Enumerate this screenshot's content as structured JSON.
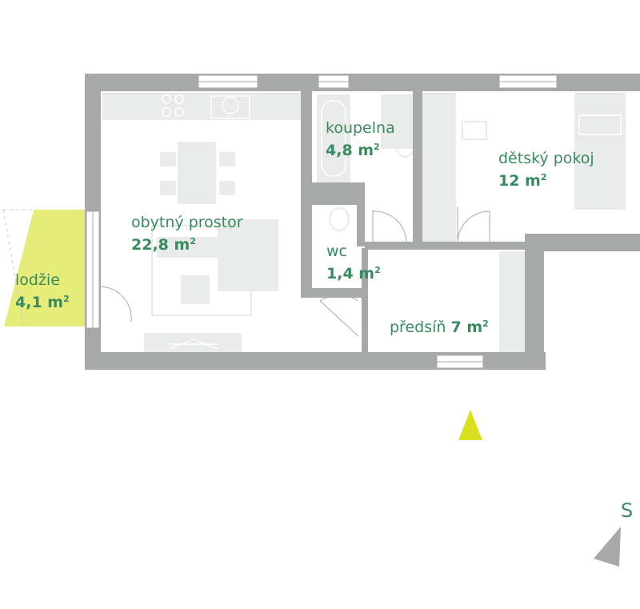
{
  "rooms": [
    {
      "name": "obytný prostor",
      "area": "22,8 m",
      "unit_sup": "2"
    },
    {
      "name": "koupelna",
      "area": "4,8 m",
      "unit_sup": "2"
    },
    {
      "name": "dětský pokoj",
      "area": "12 m",
      "unit_sup": "2"
    },
    {
      "name": "wc",
      "area": "1,4 m",
      "unit_sup": "2"
    },
    {
      "name": "předsíň",
      "area": "7 m",
      "unit_sup": "2"
    },
    {
      "name": "lodžie",
      "area": "4,1 m",
      "unit_sup": "2"
    }
  ],
  "compass": {
    "label": "S"
  },
  "colors": {
    "wall": "#a6a9a8",
    "furniture": "#e9eaea",
    "label": "#3a8a5f",
    "accent": "#d9e021",
    "loggia": "#e5ec7a"
  }
}
